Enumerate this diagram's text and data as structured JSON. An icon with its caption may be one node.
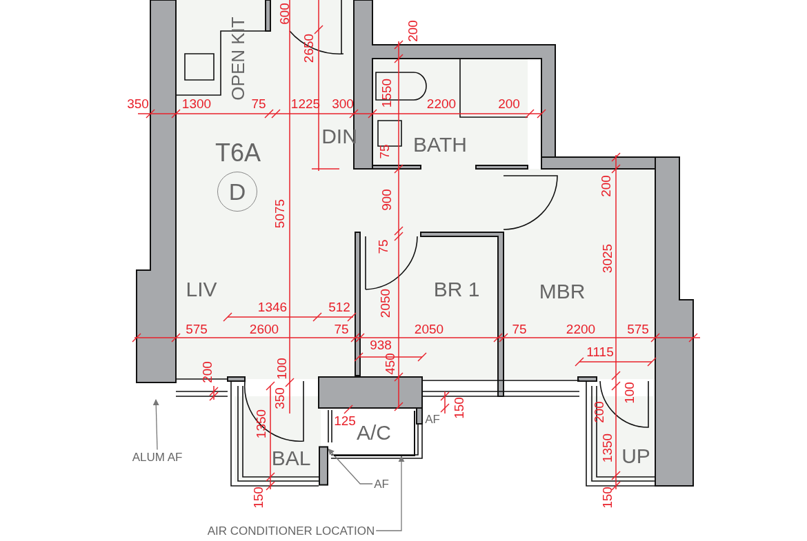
{
  "diagram": {
    "nodes": [
      {
        "text": [
          "OPEN KIT"
        ]
      },
      {
        "text": [
          "DIN"
        ]
      },
      {
        "text": [
          "BATH"
        ]
      },
      {
        "text": [
          "D"
        ]
      },
      {
        "text": [
          "LIV"
        ]
      },
      {
        "text": [
          "BR 1"
        ]
      },
      {
        "text": [
          "MBR"
        ]
      },
      {
        "text": [
          "BAL"
        ]
      },
      {
        "text": [
          "A/C"
        ]
      },
      {
        "text": [
          "UP"
        ]
      },
      {
        "text": [
          "ALUM AF"
        ]
      },
      {
        "text": [
          "AF"
        ]
      },
      {
        "text": [
          "AIR CONDITIONER LOCATION"
        ]
      },
      {
        "text": [],
        "shape": "box"
      }
    ],
    "edges": [
      {
        "from": 10,
        "to": null,
        "arrow": "to"
      },
      {
        "from": 11,
        "to": 13,
        "arrow": "to"
      },
      {
        "from": 12,
        "to": 8,
        "arrow": "to"
      }
    ],
    "labels": [
      "600",
      "200",
      "2650",
      "350",
      "1300",
      "75",
      "1225",
      "300",
      "1550",
      "2200",
      "200",
      "T6A",
      "75",
      "5075",
      "200",
      "900",
      "75",
      "1346",
      "512",
      "3025",
      "2050",
      "575",
      "2600",
      "75",
      "2050",
      "75",
      "2200",
      "575",
      "938",
      "1115",
      "200",
      "100",
      "450",
      "350",
      "100",
      "200",
      "125",
      "150",
      "AF",
      "1350",
      "1350",
      "150",
      "150"
    ]
  }
}
